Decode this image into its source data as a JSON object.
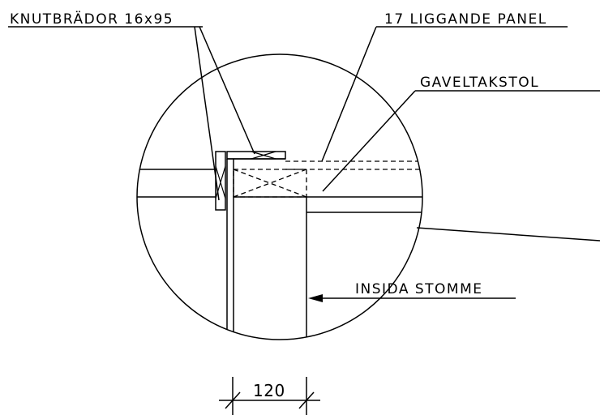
{
  "labels": {
    "knutbrador": "KNUTBRÄDOR 16x95",
    "liggande_panel": "17 LIGGANDE PANEL",
    "gaveltakstol": "GAVELTAKSTOL",
    "insida_stomme": "INSIDA STOMME"
  },
  "dimension": {
    "value": "120"
  }
}
